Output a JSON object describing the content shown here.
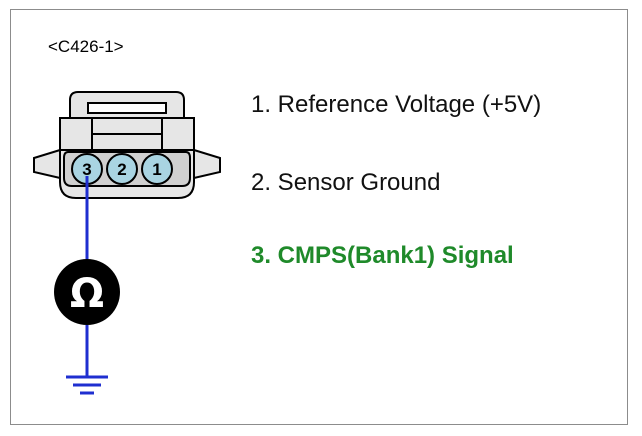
{
  "connector": {
    "id": "<C426-1>",
    "pins": [
      {
        "number": "3",
        "active": true
      },
      {
        "number": "2",
        "active": false
      },
      {
        "number": "1",
        "active": false
      }
    ]
  },
  "pin_descriptions": [
    {
      "text": "1. Reference Voltage (+5V)",
      "highlighted": false
    },
    {
      "text": "2. Sensor Ground",
      "highlighted": false
    },
    {
      "text": "3. CMPS(Bank1) Signal",
      "highlighted": true
    }
  ],
  "meter": {
    "symbol": "Ω",
    "icon": "ohmmeter-icon"
  },
  "ground": {
    "icon": "ground-icon"
  },
  "colors": {
    "wire": "#1f2fd0",
    "highlight_text": "#1f8a2a",
    "pin_fill": "#a9d4e2",
    "connector_fill": "#e6e6e6",
    "meter_fill": "#000000"
  }
}
